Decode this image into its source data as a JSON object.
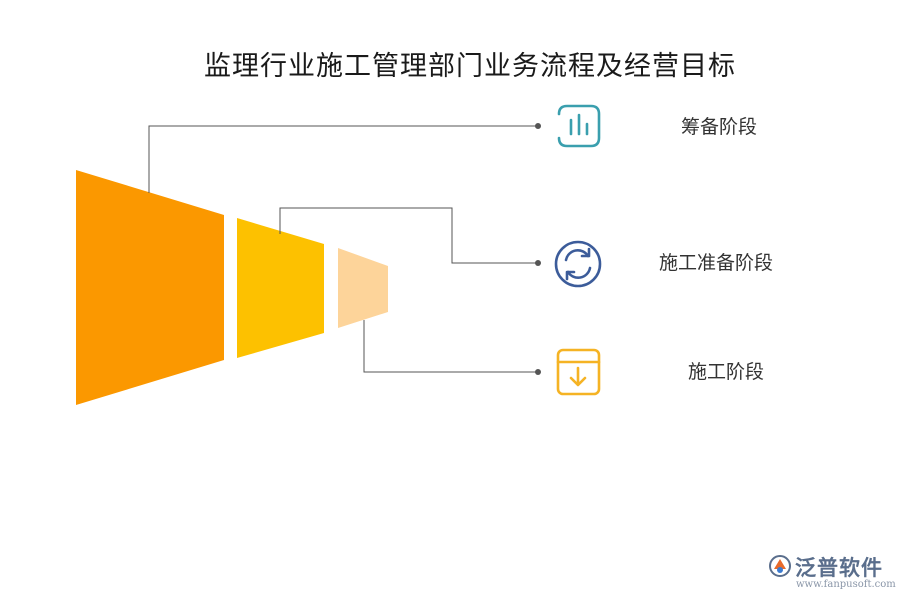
{
  "title": "监理行业施工管理部门业务流程及经营目标",
  "stages": [
    {
      "label": "筹备阶段",
      "icon": "bar-chart-icon",
      "color": "#3a9fae"
    },
    {
      "label": "施工准备阶段",
      "icon": "refresh-icon",
      "color": "#3c5c9a"
    },
    {
      "label": "施工阶段",
      "icon": "download-box-icon",
      "color": "#f5b324"
    }
  ],
  "funnel_colors": [
    "#fb9800",
    "#fdc100",
    "#fdd49a"
  ],
  "logo": {
    "name": "泛普软件",
    "url": "www.fanpusoft.com"
  }
}
